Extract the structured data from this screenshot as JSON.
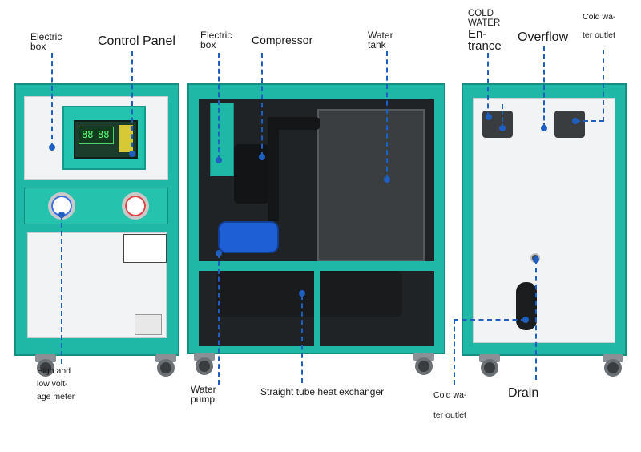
{
  "labels": {
    "electric_box_left": [
      "Electric",
      "box"
    ],
    "control_panel": "Control Panel",
    "electric_box_mid": [
      "Electric",
      "box"
    ],
    "compressor": "Compressor",
    "water_tank": [
      "Water",
      "tank"
    ],
    "cold_water_entrance": [
      "COLD",
      "WATER",
      "En-",
      "trance"
    ],
    "overflow": "Overflow",
    "cold_water_outlet_top": [
      "Cold wa-",
      "ter outlet"
    ],
    "meter": [
      "High and",
      "low volt-",
      "age meter"
    ],
    "water_pump": [
      "Water",
      "pump"
    ],
    "heat_exchanger": "Straight tube heat exchanger",
    "cold_water_outlet_bottom": [
      "Cold wa-",
      "ter outlet"
    ],
    "drain": "Drain"
  },
  "panel": {
    "display_a": "88",
    "display_b": "88"
  },
  "colors": {
    "frame": "#1fb8a6",
    "leader": "#1f5fbf"
  }
}
